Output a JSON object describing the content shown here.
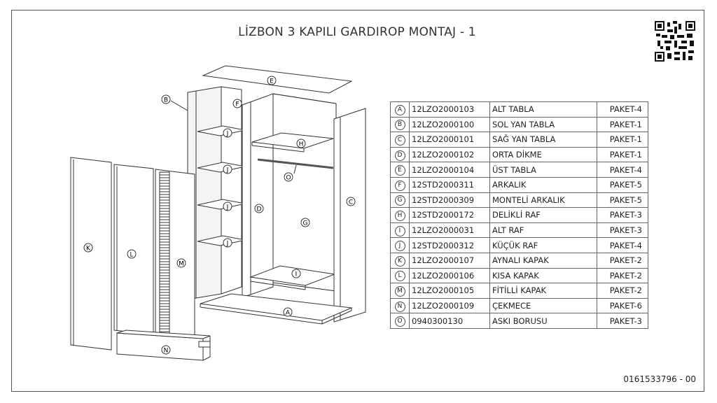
{
  "title": "LİZBON 3 KAPILI GARDIROP MONTAJ - 1",
  "document_code": "0161533796 - 00",
  "parts": [
    {
      "letter": "A",
      "code": "12LZO2000103",
      "name": "ALT TABLA",
      "package": "PAKET-4"
    },
    {
      "letter": "B",
      "code": "12LZO2000100",
      "name": "SOL YAN TABLA",
      "package": "PAKET-1"
    },
    {
      "letter": "C",
      "code": "12LZO2000101",
      "name": "SAĞ YAN TABLA",
      "package": "PAKET-1"
    },
    {
      "letter": "D",
      "code": "12LZO2000102",
      "name": "ORTA DİKME",
      "package": "PAKET-1"
    },
    {
      "letter": "E",
      "code": "12LZO2000104",
      "name": "ÜST TABLA",
      "package": "PAKET-4"
    },
    {
      "letter": "F",
      "code": "12STD2000311",
      "name": "ARKALIK",
      "package": "PAKET-5"
    },
    {
      "letter": "G",
      "code": "12STD2000309",
      "name": "MONTELİ ARKALIK",
      "package": "PAKET-5"
    },
    {
      "letter": "H",
      "code": "12STD2000172",
      "name": "DELİKLİ RAF",
      "package": "PAKET-3"
    },
    {
      "letter": "I",
      "code": "12LZO2000031",
      "name": "ALT RAF",
      "package": "PAKET-3"
    },
    {
      "letter": "J",
      "code": "12STD2000312",
      "name": "KÜÇÜK RAF",
      "package": "PAKET-4"
    },
    {
      "letter": "K",
      "code": "12LZO2000107",
      "name": "AYNALI KAPAK",
      "package": "PAKET-2"
    },
    {
      "letter": "L",
      "code": "12LZO2000106",
      "name": "KISA KAPAK",
      "package": "PAKET-2"
    },
    {
      "letter": "M",
      "code": "12LZO2000105",
      "name": "FİTİLLİ KAPAK",
      "package": "PAKET-2"
    },
    {
      "letter": "N",
      "code": "12LZO2000109",
      "name": "ÇEKMECE",
      "package": "PAKET-6"
    },
    {
      "letter": "O",
      "code": "0940300130",
      "name": "ASKI BORUSU",
      "package": "PAKET-3"
    }
  ],
  "diagram_labels": {
    "a": "A",
    "b": "B",
    "c": "C",
    "d": "D",
    "e": "E",
    "f": "F",
    "g": "G",
    "h": "H",
    "i": "I",
    "j1": "J",
    "j2": "J",
    "j3": "J",
    "j4": "J",
    "k": "K",
    "l": "L",
    "m": "M",
    "n": "N",
    "o": "O"
  }
}
